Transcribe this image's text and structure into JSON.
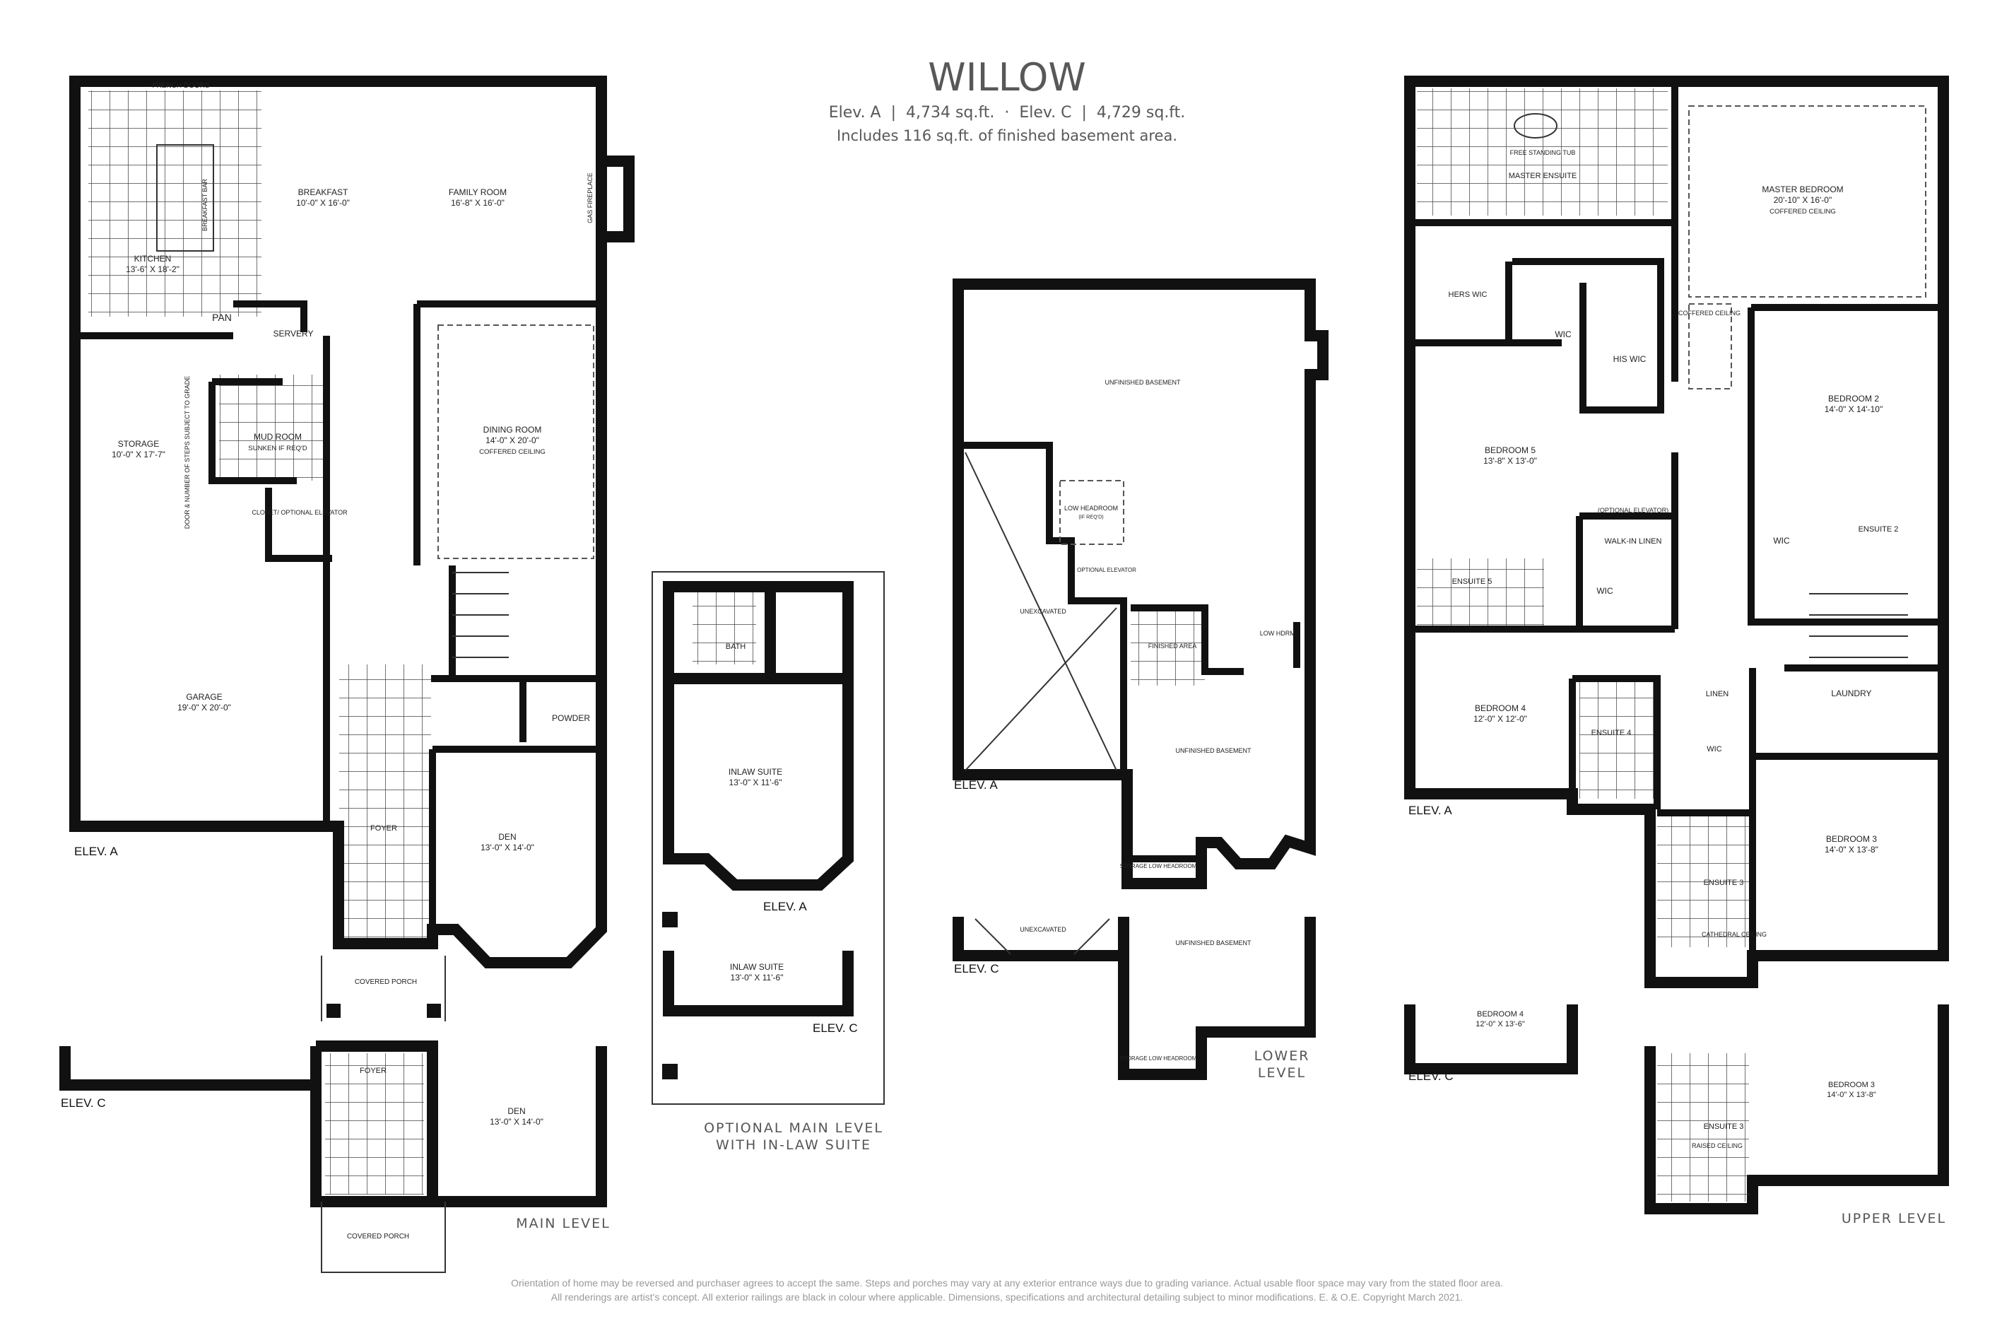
{
  "header": {
    "title": "WILLOW",
    "subtitle": "Elev. A  |  4,734 sq.ft.  ·  Elev. C  |  4,729 sq.ft.",
    "note": "Includes 116 sq.ft. of finished basement area."
  },
  "colors": {
    "walls": "#111111",
    "text": "#222222",
    "title": "#58585a",
    "footer": "#999999"
  },
  "main_level": {
    "label": "MAIN LEVEL",
    "elev_a": "ELEV. A",
    "elev_c": "ELEV. C",
    "rooms": [
      {
        "name": "FRENCH DOORS"
      },
      {
        "name": "BREAKFAST",
        "dims": "10'-0\" X 16'-0\""
      },
      {
        "name": "FAMILY ROOM",
        "dims": "16'-8\" X 16'-0\""
      },
      {
        "name": "GAS FIREPLACE"
      },
      {
        "name": "KITCHEN",
        "dims": "13'-6\" X 18'-2\""
      },
      {
        "name": "BREAKFAST BAR"
      },
      {
        "name": "PAN"
      },
      {
        "name": "SERVERY"
      },
      {
        "name": "MUD ROOM",
        "note": "SUNKEN IF REQ'D"
      },
      {
        "name": "DOOR & NUMBER OF STEPS SUBJECT TO GRADE"
      },
      {
        "name": "STORAGE",
        "dims": "10'-0\" X 17'-7\""
      },
      {
        "name": "CLOSET/ OPTIONAL ELEVATOR"
      },
      {
        "name": "DINING ROOM",
        "dims": "14'-0\" X 20'-0\"",
        "note": "COFFERED CEILING"
      },
      {
        "name": "GARAGE",
        "dims": "19'-0\" X 20'-0\""
      },
      {
        "name": "POWDER"
      },
      {
        "name": "FOYER"
      },
      {
        "name": "DEN",
        "dims": "13'-0\" X 14'-0\""
      },
      {
        "name": "COVERED PORCH"
      },
      {
        "name": "FOYER"
      },
      {
        "name": "DEN",
        "dims": "13'-0\" X 14'-0\""
      },
      {
        "name": "COVERED PORCH"
      }
    ]
  },
  "optional_level": {
    "label_line1": "OPTIONAL MAIN LEVEL",
    "label_line2": "WITH IN-LAW SUITE",
    "elev_a": "ELEV. A",
    "elev_c": "ELEV. C",
    "rooms": [
      {
        "name": "BATH"
      },
      {
        "name": "INLAW SUITE",
        "dims": "13'-0\" X 11'-6\""
      },
      {
        "name": "INLAW SUITE",
        "dims": "13'-0\" X 11'-6\""
      }
    ]
  },
  "lower_level": {
    "label_line1": "LOWER",
    "label_line2": "LEVEL",
    "elev_a": "ELEV. A",
    "elev_c": "ELEV. C",
    "rooms": [
      {
        "name": "UNFINISHED BASEMENT"
      },
      {
        "name": "UNEXCAVATED"
      },
      {
        "name": "LOW HEADROOM",
        "note": "(IF REQ'D)"
      },
      {
        "name": "OPTIONAL ELEVATOR"
      },
      {
        "name": "FINISHED AREA"
      },
      {
        "name": "LOW HDRM."
      },
      {
        "name": "UNFINISHED BASEMENT"
      },
      {
        "name": "STORAGE LOW HEADROOM"
      },
      {
        "name": "UNEXCAVATED"
      },
      {
        "name": "UNFINISHED BASEMENT"
      },
      {
        "name": "STORAGE LOW HEADROOM"
      }
    ]
  },
  "upper_level": {
    "label": "UPPER LEVEL",
    "elev_a": "ELEV. A",
    "elev_c": "ELEV. C",
    "rooms": [
      {
        "name": "FREE STANDING TUB"
      },
      {
        "name": "MASTER ENSUITE"
      },
      {
        "name": "MASTER BEDROOM",
        "dims": "20'-10\" X 16'-0\"",
        "note": "COFFERED CEILING"
      },
      {
        "name": "HERS WIC"
      },
      {
        "name": "WIC"
      },
      {
        "name": "HIS WIC"
      },
      {
        "name": "COFFERED CEILING"
      },
      {
        "name": "BEDROOM 2",
        "dims": "14'-0\" X 14'-10\""
      },
      {
        "name": "BEDROOM 5",
        "dims": "13'-8\" X 13'-0\""
      },
      {
        "name": "(OPTIONAL ELEVATOR)"
      },
      {
        "name": "WALK-IN LINEN"
      },
      {
        "name": "WIC"
      },
      {
        "name": "ENSUITE 2"
      },
      {
        "name": "ENSUITE 5"
      },
      {
        "name": "WIC"
      },
      {
        "name": "LAUNDRY"
      },
      {
        "name": "LINEN"
      },
      {
        "name": "BEDROOM 4",
        "dims": "12'-0\" X 12'-0\""
      },
      {
        "name": "ENSUITE 4"
      },
      {
        "name": "WIC"
      },
      {
        "name": "BEDROOM 3",
        "dims": "14'-0\" X 13'-8\""
      },
      {
        "name": "ENSUITE 3"
      },
      {
        "name": "CATHEDRAL CEILING"
      },
      {
        "name": "BEDROOM 4",
        "dims": "12'-0\" X 13'-6\""
      },
      {
        "name": "BEDROOM 3",
        "dims": "14'-0\" X 13'-8\""
      },
      {
        "name": "ENSUITE 3"
      },
      {
        "name": "RAISED CEILING"
      }
    ]
  },
  "footer": {
    "line1": "Orientation of home may be reversed and purchaser agrees to accept the same. Steps and porches may vary at any exterior entrance ways due to grading variance. Actual usable floor space may vary from the stated floor area.",
    "line2": "All renderings are artist's concept. All exterior railings are black in colour where applicable. Dimensions, specifications and architectural detailing subject to minor modifications. E. & O.E. Copyright March 2021."
  }
}
